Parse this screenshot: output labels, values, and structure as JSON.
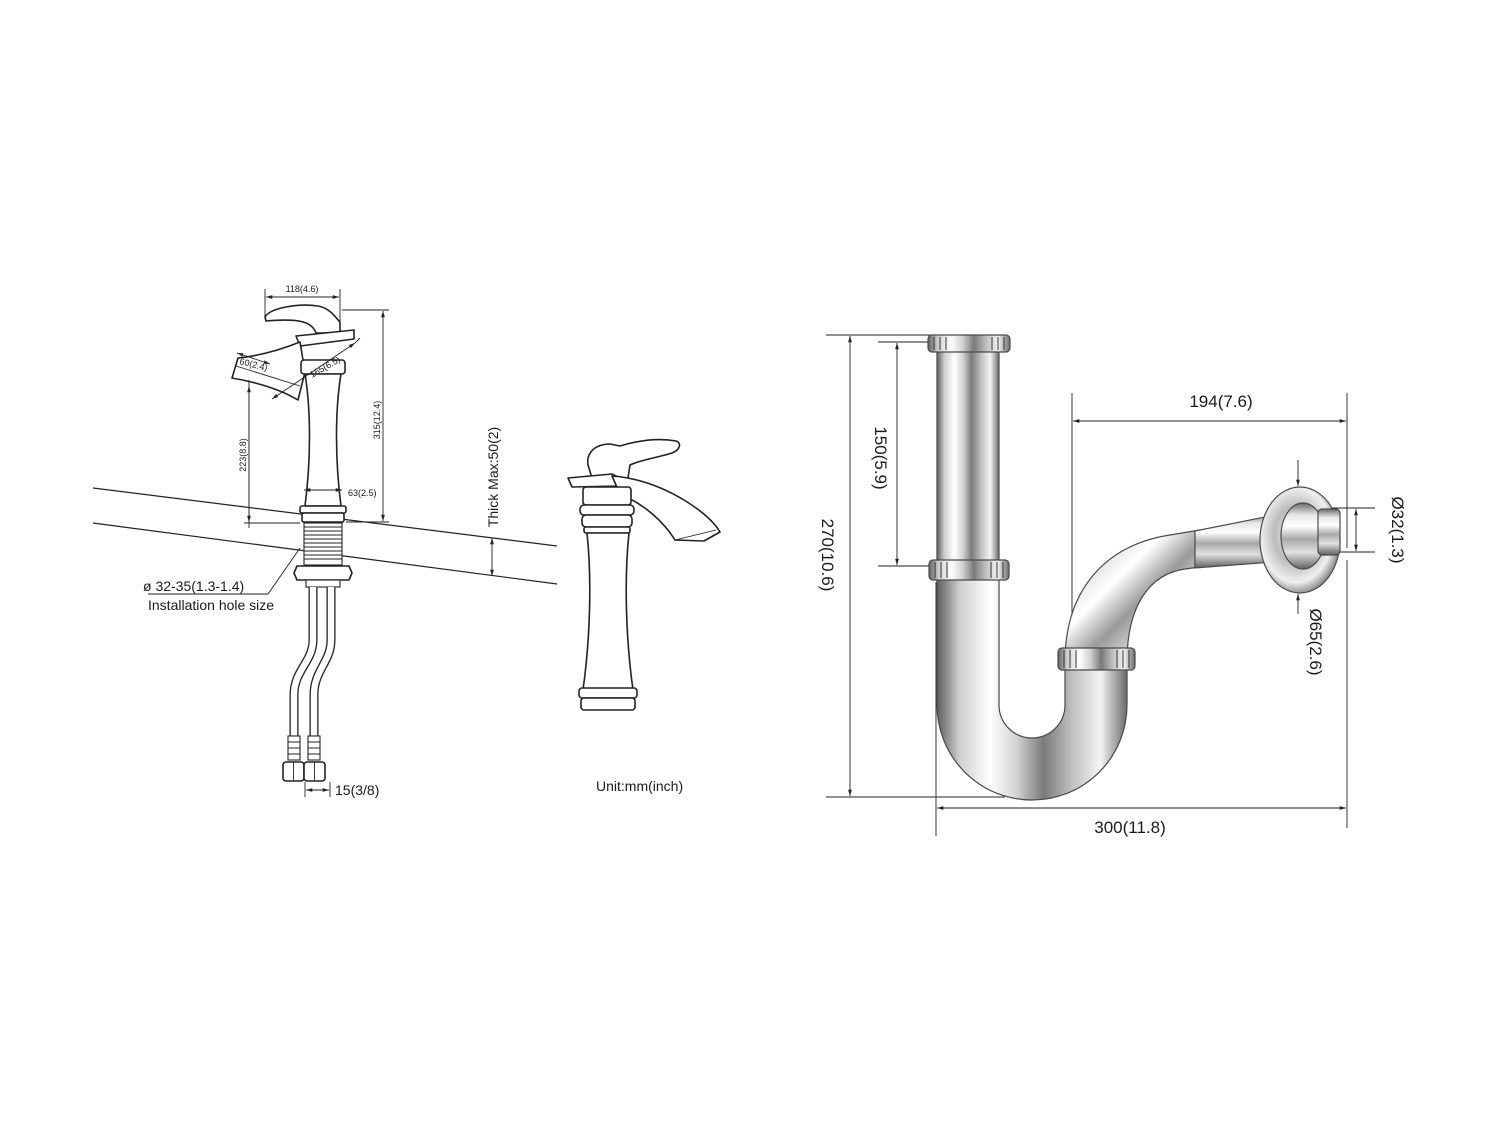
{
  "faucet_drawing": {
    "dimensions": {
      "handle_width": "118(4.6)",
      "spout_outlet": "60(2.4)",
      "spout_reach": "165(6.5)",
      "total_height": "315(12.4)",
      "spout_height": "223(8.8)",
      "base_diameter": "63(2.5)",
      "deck_thickness": "Thick Max:50(2)",
      "hole_size": "ø 32-35(1.3-1.4)",
      "hole_size_label": "Installation hole size",
      "hose_connector": "15(3/8)"
    },
    "unit_note": "Unit:mm(inch)"
  },
  "drain_trap_drawing": {
    "dimensions": {
      "total_height": "270(10.6)",
      "upper_pipe_length": "150(5.9)",
      "outlet_reach": "194(7.6)",
      "total_width": "300(11.8)",
      "outlet_diameter": "Ø32(1.3)",
      "flange_diameter": "Ø65(2.6)"
    }
  },
  "colors": {
    "line": "#222222",
    "chrome_light": "#ffffff",
    "chrome_dark": "#5e5e5e"
  }
}
